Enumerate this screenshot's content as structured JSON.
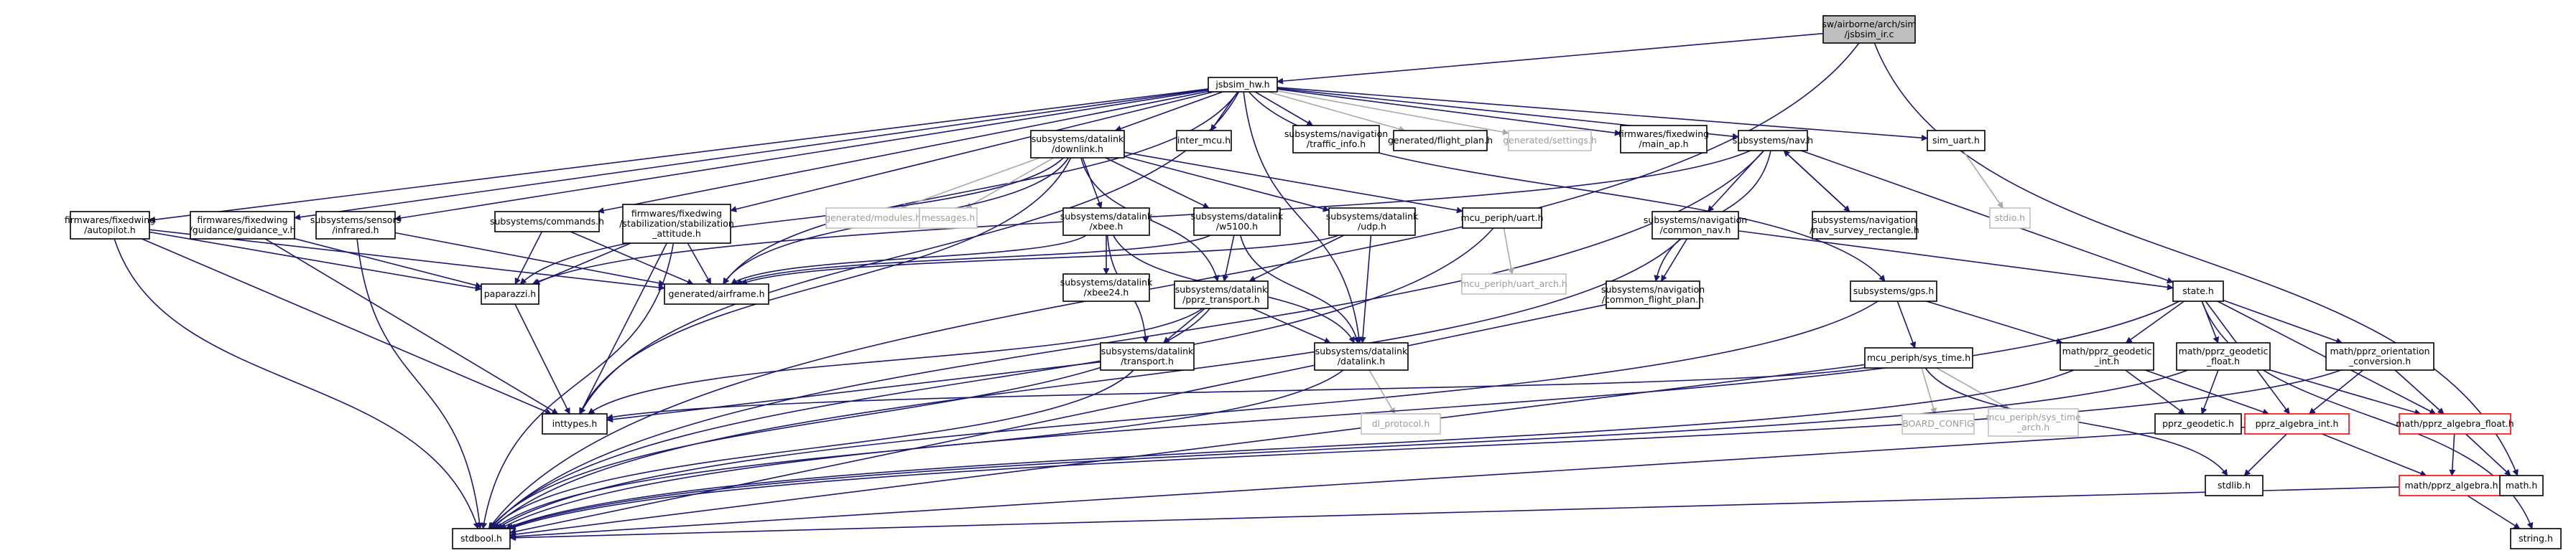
{
  "nodes": {
    "root": [
      "sw/airborne/arch/sim",
      "/jsbsim_ir.c"
    ],
    "jsbsim_hw": [
      "jsbsim_hw.h"
    ],
    "inter_mcu": [
      "inter_mcu.h"
    ],
    "traffic_info": [
      "subsystems/navigation",
      "/traffic_info.h"
    ],
    "flight_plan": [
      "generated/flight_plan.h"
    ],
    "settings": [
      "generated/settings.h"
    ],
    "main_ap": [
      "firmwares/fixedwing",
      "/main_ap.h"
    ],
    "nav": [
      "subsystems/nav.h"
    ],
    "sim_uart": [
      "sim_uart.h"
    ],
    "stdio": [
      "stdio.h"
    ],
    "downlink": [
      "subsystems/datalink",
      "/downlink.h"
    ],
    "autopilot": [
      "firmwares/fixedwing",
      "/autopilot.h"
    ],
    "guidance_v": [
      "firmwares/fixedwing",
      "/guidance/guidance_v.h"
    ],
    "infrared": [
      "subsystems/sensors",
      "/infrared.h"
    ],
    "commands": [
      "subsystems/commands.h"
    ],
    "stab_attitude": [
      "firmwares/fixedwing",
      "/stabilization/stabilization",
      "_attitude.h"
    ],
    "modules": [
      "generated/modules.h"
    ],
    "messages": [
      "messages.h"
    ],
    "xbee": [
      "subsystems/datalink",
      "/xbee.h"
    ],
    "w5100": [
      "subsystems/datalink",
      "/w5100.h"
    ],
    "udp": [
      "subsystems/datalink",
      "/udp.h"
    ],
    "uart": [
      "mcu_periph/uart.h"
    ],
    "common_nav": [
      "subsystems/navigation",
      "/common_nav.h"
    ],
    "nav_survey": [
      "subsystems/navigation",
      "/nav_survey_rectangle.h"
    ],
    "paparazzi": [
      "paparazzi.h"
    ],
    "airframe": [
      "generated/airframe.h"
    ],
    "xbee24": [
      "subsystems/datalink",
      "/xbee24.h"
    ],
    "uart_arch": [
      "mcu_periph/uart_arch.h"
    ],
    "common_fp": [
      "subsystems/navigation",
      "/common_flight_plan.h"
    ],
    "state": [
      "state.h"
    ],
    "gps": [
      "subsystems/gps.h"
    ],
    "pprz_transport": [
      "subsystems/datalink",
      "/pprz_transport.h"
    ],
    "transport": [
      "subsystems/datalink",
      "/transport.h"
    ],
    "datalink": [
      "subsystems/datalink",
      "/datalink.h"
    ],
    "sys_time": [
      "mcu_periph/sys_time.h"
    ],
    "geodetic_int": [
      "math/pprz_geodetic",
      "_int.h"
    ],
    "geodetic_float": [
      "math/pprz_geodetic",
      "_float.h"
    ],
    "orientation": [
      "math/pprz_orientation",
      "_conversion.h"
    ],
    "inttypes": [
      "inttypes.h"
    ],
    "board_config": [
      "BOARD_CONFIG"
    ],
    "sys_time_arch": [
      "mcu_periph/sys_time",
      "_arch.h"
    ],
    "pprz_geodetic": [
      "pprz_geodetic.h"
    ],
    "algebra_int": [
      "pprz_algebra_int.h"
    ],
    "algebra_float": [
      "math/pprz_algebra_float.h"
    ],
    "dl_protocol": [
      "dl_protocol.h"
    ],
    "stdlib": [
      "stdlib.h"
    ],
    "algebra": [
      "math/pprz_algebra.h"
    ],
    "math": [
      "math.h"
    ],
    "stdbool": [
      "stdbool.h"
    ],
    "string": [
      "string.h"
    ]
  },
  "colors": {
    "edge": "#191970",
    "edge_missing": "#a9a9a9",
    "node_border": "#000000",
    "node_missing_border": "#bfbfbf",
    "node_truncated_border": "#ff0000",
    "root_fill": "#bfbfbf"
  }
}
